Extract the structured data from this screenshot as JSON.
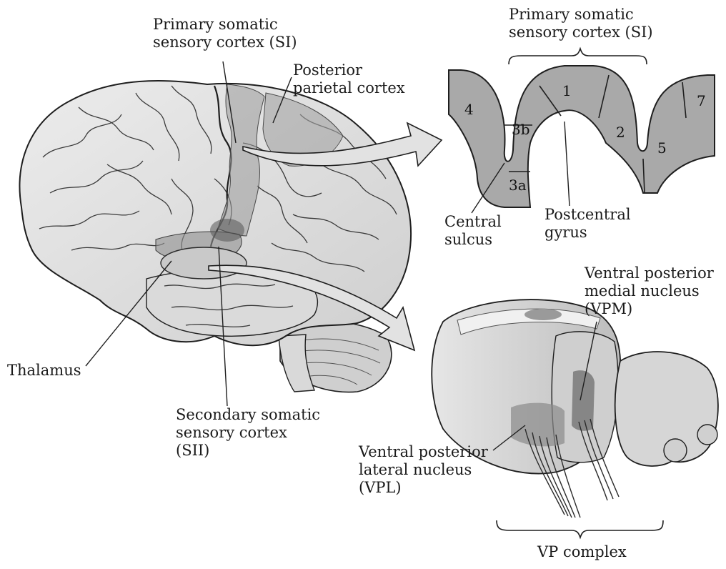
{
  "labels": {
    "si_left": [
      "Primary somatic",
      "sensory cortex (SI)"
    ],
    "posterior_parietal": [
      "Posterior",
      "parietal cortex"
    ],
    "si_right": [
      "Primary somatic",
      "sensory cortex (SI)"
    ],
    "central_sulcus": [
      "Central",
      "sulcus"
    ],
    "postcentral_gyrus": [
      "Postcentral",
      "gyrus"
    ],
    "thalamus": "Thalamus",
    "sii": [
      "Secondary somatic",
      "sensory cortex",
      "(SII)"
    ],
    "vpm": [
      "Ventral posterior",
      "medial nucleus",
      "(VPM)"
    ],
    "vpl": [
      "Ventral posterior",
      "lateral nucleus",
      "(VPL)"
    ],
    "vp_complex": "VP complex"
  },
  "cortex_areas": [
    "4",
    "3b",
    "3a",
    "1",
    "2",
    "5",
    "7"
  ],
  "colors": {
    "cortex_fill": "#a9a9a9",
    "brain_fill": "#e2e2e2",
    "brain_shadow": "#c4c4c4",
    "thalamus_fill": "#d4d4d4",
    "arrow_fill": "#e0e0e0",
    "outline": "#1e1e1e"
  }
}
